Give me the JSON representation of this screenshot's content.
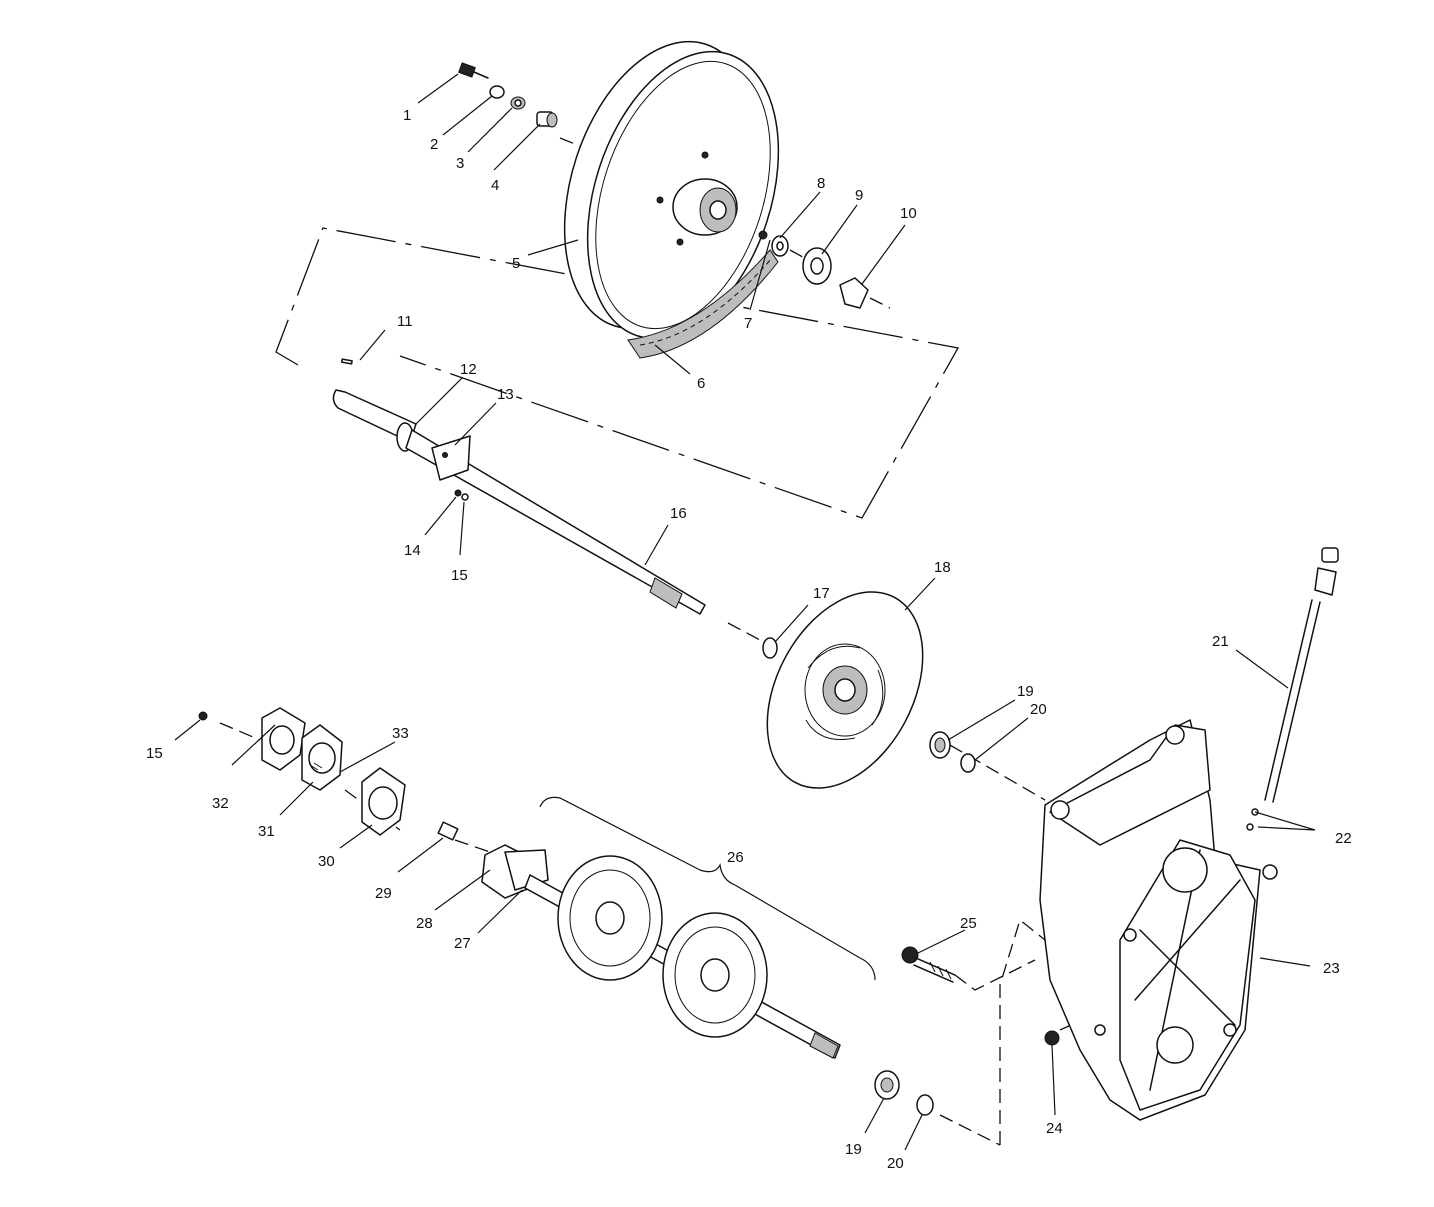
{
  "labels": [
    {
      "id": "1",
      "text": "1"
    },
    {
      "id": "2",
      "text": "2"
    },
    {
      "id": "3",
      "text": "3"
    },
    {
      "id": "4",
      "text": "4"
    },
    {
      "id": "5",
      "text": "5"
    },
    {
      "id": "6",
      "text": "6"
    },
    {
      "id": "7",
      "text": "7"
    },
    {
      "id": "8",
      "text": "8"
    },
    {
      "id": "9",
      "text": "9"
    },
    {
      "id": "10",
      "text": "10"
    },
    {
      "id": "11",
      "text": "11"
    },
    {
      "id": "12",
      "text": "12"
    },
    {
      "id": "13",
      "text": "13"
    },
    {
      "id": "14",
      "text": "14"
    },
    {
      "id": "15a",
      "text": "15"
    },
    {
      "id": "16",
      "text": "16"
    },
    {
      "id": "17",
      "text": "17"
    },
    {
      "id": "18",
      "text": "18"
    },
    {
      "id": "19a",
      "text": "19"
    },
    {
      "id": "20a",
      "text": "20"
    },
    {
      "id": "21",
      "text": "21"
    },
    {
      "id": "22",
      "text": "22"
    },
    {
      "id": "23",
      "text": "23"
    },
    {
      "id": "24",
      "text": "24"
    },
    {
      "id": "25",
      "text": "25"
    },
    {
      "id": "26",
      "text": "26"
    },
    {
      "id": "27",
      "text": "27"
    },
    {
      "id": "28",
      "text": "28"
    },
    {
      "id": "29",
      "text": "29"
    },
    {
      "id": "30",
      "text": "30"
    },
    {
      "id": "31",
      "text": "31"
    },
    {
      "id": "32",
      "text": "32"
    },
    {
      "id": "33",
      "text": "33"
    },
    {
      "id": "15b",
      "text": "15"
    },
    {
      "id": "19b",
      "text": "19"
    },
    {
      "id": "20b",
      "text": "20"
    }
  ]
}
